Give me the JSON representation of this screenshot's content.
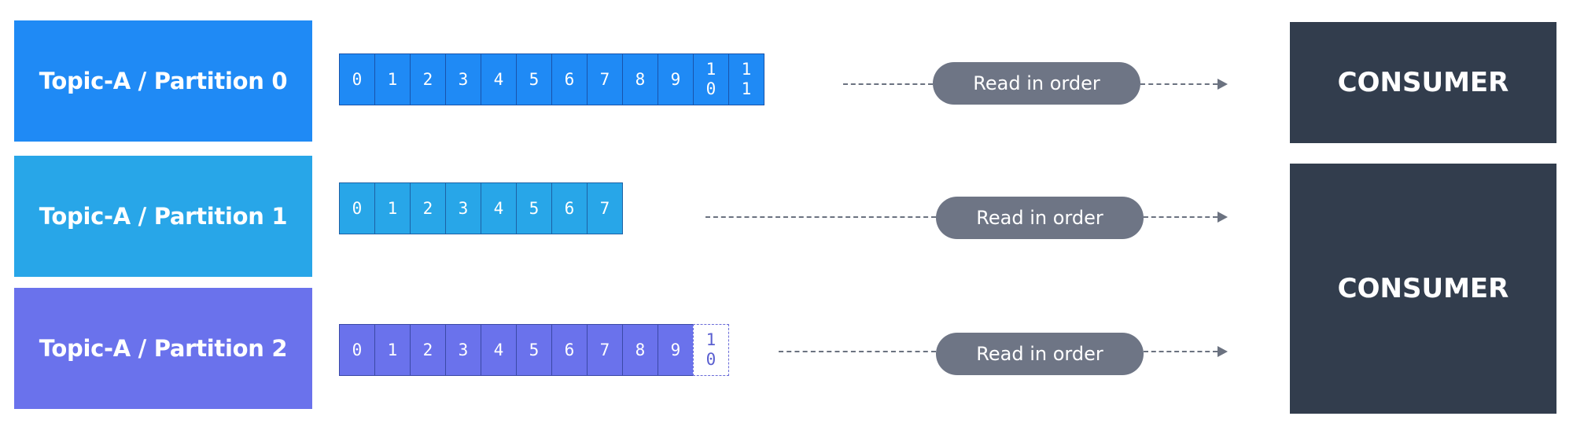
{
  "colors": {
    "partition0": "#1f8af5",
    "partition1": "#28a6e8",
    "partition2": "#6a72ec",
    "consumer": "#323d4d",
    "pill": "#6e7585"
  },
  "partitions": [
    {
      "label": "Topic-A / Partition 0",
      "offsets": [
        "0",
        "1",
        "2",
        "3",
        "4",
        "5",
        "6",
        "7",
        "8",
        "9",
        "1\n0",
        "1\n1"
      ]
    },
    {
      "label": "Topic-A / Partition 1",
      "offsets": [
        "0",
        "1",
        "2",
        "3",
        "4",
        "5",
        "6",
        "7"
      ]
    },
    {
      "label": "Topic-A / Partition 2",
      "offsets": [
        "0",
        "1",
        "2",
        "3",
        "4",
        "5",
        "6",
        "7",
        "8",
        "9"
      ],
      "pending_offset": "1\n0"
    }
  ],
  "read_label": "Read in order",
  "consumers": [
    {
      "label": "CONSUMER"
    },
    {
      "label": "CONSUMER"
    }
  ]
}
